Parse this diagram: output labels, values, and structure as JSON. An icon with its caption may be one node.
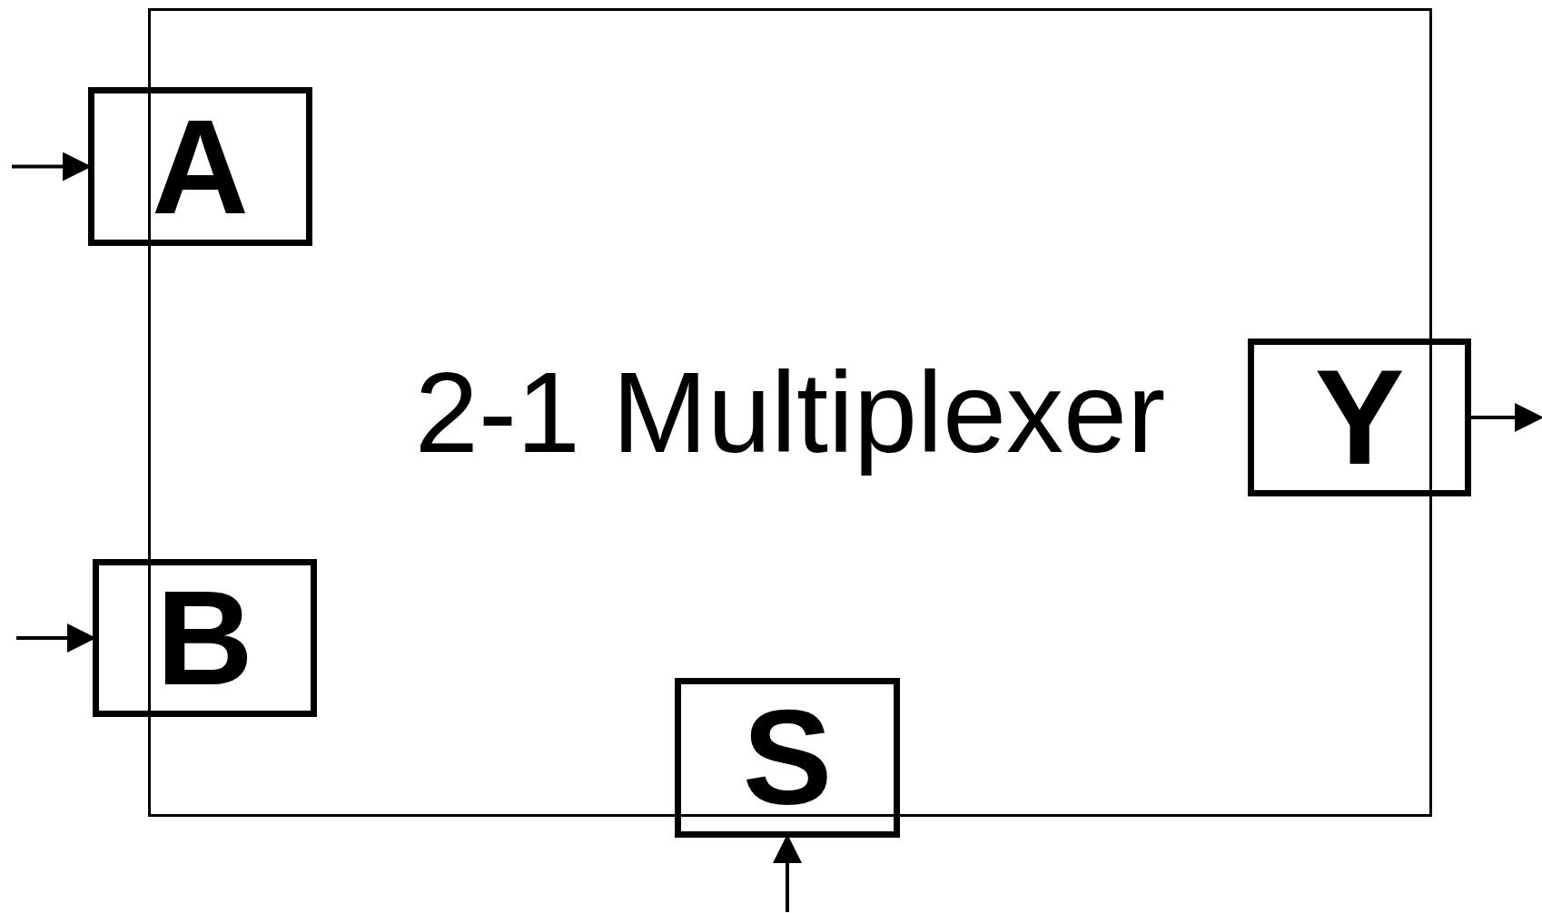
{
  "diagram": {
    "nodes": [
      {
        "text": [
          "2-1 Multiplexer"
        ]
      },
      {
        "text": [
          "A"
        ]
      },
      {
        "text": [
          "Y"
        ]
      },
      {
        "text": [
          "B"
        ]
      },
      {
        "text": [
          "S"
        ]
      }
    ],
    "edges": [
      {
        "from": null,
        "to": 1,
        "arrow": "to"
      },
      {
        "from": 2,
        "to": null,
        "arrow": "to"
      },
      {
        "from": null,
        "to": 3,
        "arrow": "to"
      },
      {
        "from": null,
        "to": 4,
        "arrow": "to"
      }
    ]
  }
}
